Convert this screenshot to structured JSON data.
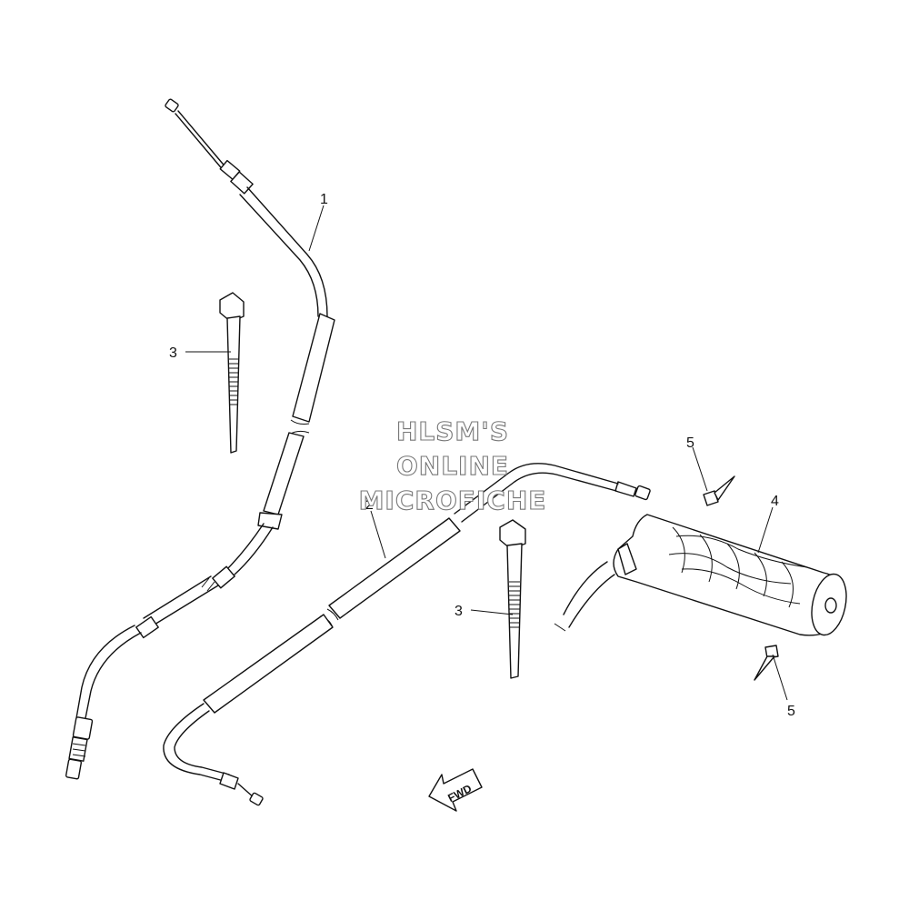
{
  "watermark": {
    "line1": "HLSM'S",
    "line2": "ONLINE",
    "line3": "MICROFICHE"
  },
  "callouts": {
    "part1": "1",
    "part2": "2",
    "part3_left": "3",
    "part3_right": "3",
    "part4": "4",
    "part5_top": "5",
    "part5_bottom": "5"
  },
  "fwd_label": "FWD"
}
